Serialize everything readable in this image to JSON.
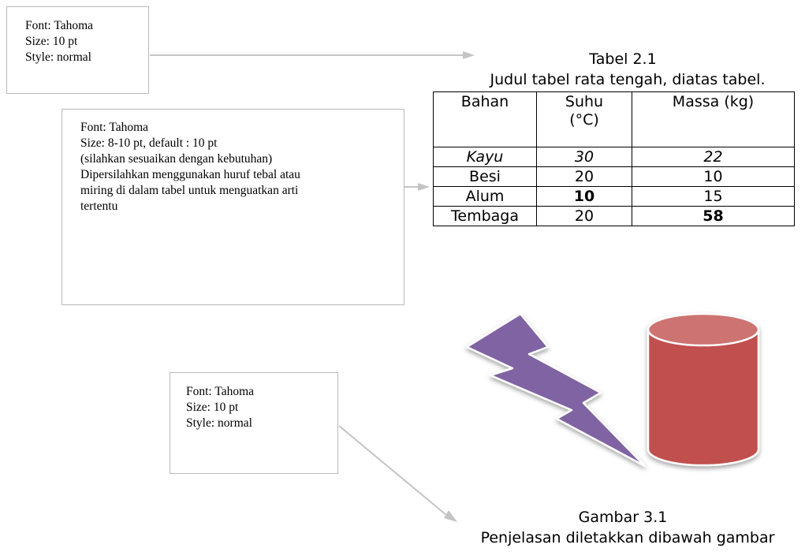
{
  "notes": [
    {
      "lines": [
        "Font: Tahoma",
        "Size: 10 pt",
        "Style: normal"
      ]
    },
    {
      "lines": [
        "Font: Tahoma",
        "Size: 8-10 pt, default : 10 pt",
        "(silahkan sesuaikan dengan kebutuhan)",
        "Dipersilahkan menggunakan huruf tebal atau",
        "miring di dalam tabel untuk menguatkan arti",
        "tertentu"
      ]
    },
    {
      "lines": [
        "Font: Tahoma",
        "Size: 10 pt",
        "Style: normal"
      ]
    }
  ],
  "table": {
    "title": "Tabel 2.1",
    "subtitle": "Judul tabel rata tengah, diatas tabel.",
    "headers": [
      "Bahan",
      "Suhu (°C)",
      "Massa (kg)"
    ],
    "rows": [
      [
        "Kayu",
        "30",
        "22"
      ],
      [
        "Besi",
        "20",
        "10"
      ],
      [
        "Alum",
        "10",
        "15"
      ],
      [
        "Tembaga",
        "20",
        "58"
      ]
    ]
  },
  "figure": {
    "title": "Gambar 3.1",
    "subtitle": "Penjelasan diletakkan dibawah gambar",
    "icons": [
      "lightning-bolt-icon",
      "cylinder-icon"
    ],
    "colors": {
      "bolt": "#8064a2",
      "cylinder": "#c0504d",
      "arrow": "#c4c4c4"
    }
  }
}
